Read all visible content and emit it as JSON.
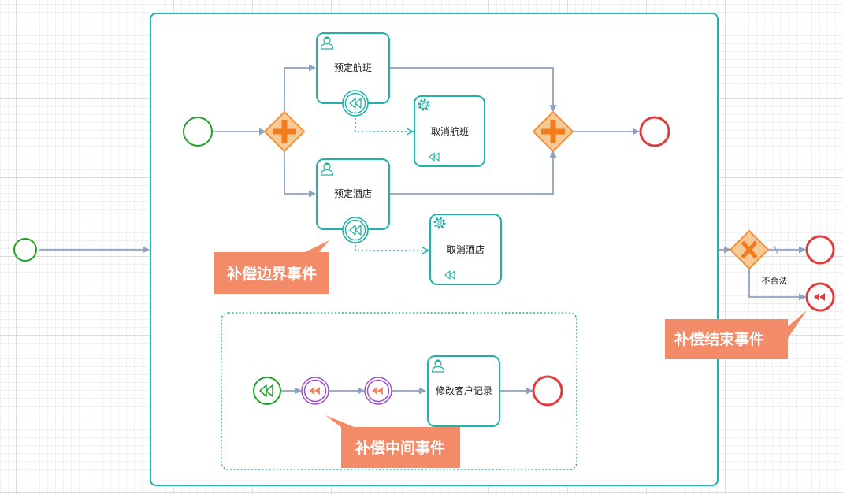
{
  "tasks": {
    "book_flight": "预定航班",
    "cancel_flight": "取消航班",
    "book_hotel": "预定酒店",
    "cancel_hotel": "取消酒店",
    "update_customer": "修改客户记录"
  },
  "edge_labels": {
    "illegal": "不合法"
  },
  "callouts": {
    "boundary": "补偿边界事件",
    "intermediate": "补偿中间事件",
    "end": "补偿结束事件"
  },
  "colors": {
    "task_border": "#20b2aa",
    "flow": "#8fa3c0",
    "association": "#20b2aa",
    "start_event": "#22a02a",
    "end_event": "#e03c3c",
    "gateway_fill": "#f7c995",
    "gateway_border": "#f2913c",
    "gateway_symbol": "#f27b1c",
    "callout": "#f38b69",
    "intermediate_event": "#9c4fd0",
    "compensation_arrow": "#f0836a"
  },
  "icons": {
    "user_task": "user-icon",
    "service_task": "gear-icon",
    "compensation": "compensation-rewind-icon",
    "parallel_gateway": "plus-icon",
    "exclusive_gateway": "x-icon"
  }
}
